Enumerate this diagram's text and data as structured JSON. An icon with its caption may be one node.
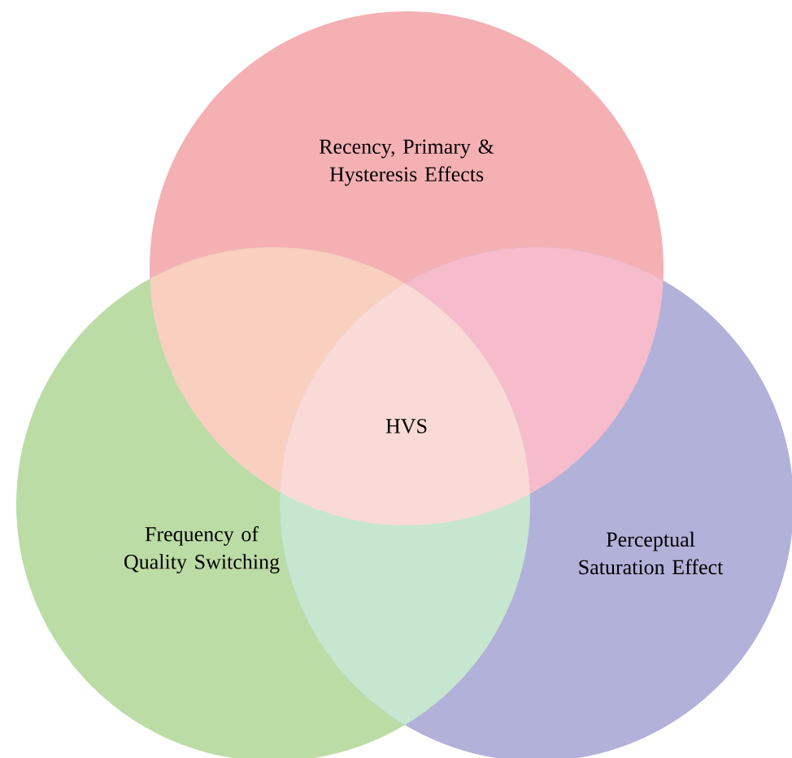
{
  "diagram": {
    "nodes": [
      {
        "text": [
          "Recency, Primary & Hysteresis Effects"
        ]
      },
      {
        "text": [
          "Frequency of Quality Switching"
        ]
      },
      {
        "text": [
          "Perceptual Saturation Effect"
        ]
      }
    ],
    "labels": [
      "HVS"
    ]
  }
}
